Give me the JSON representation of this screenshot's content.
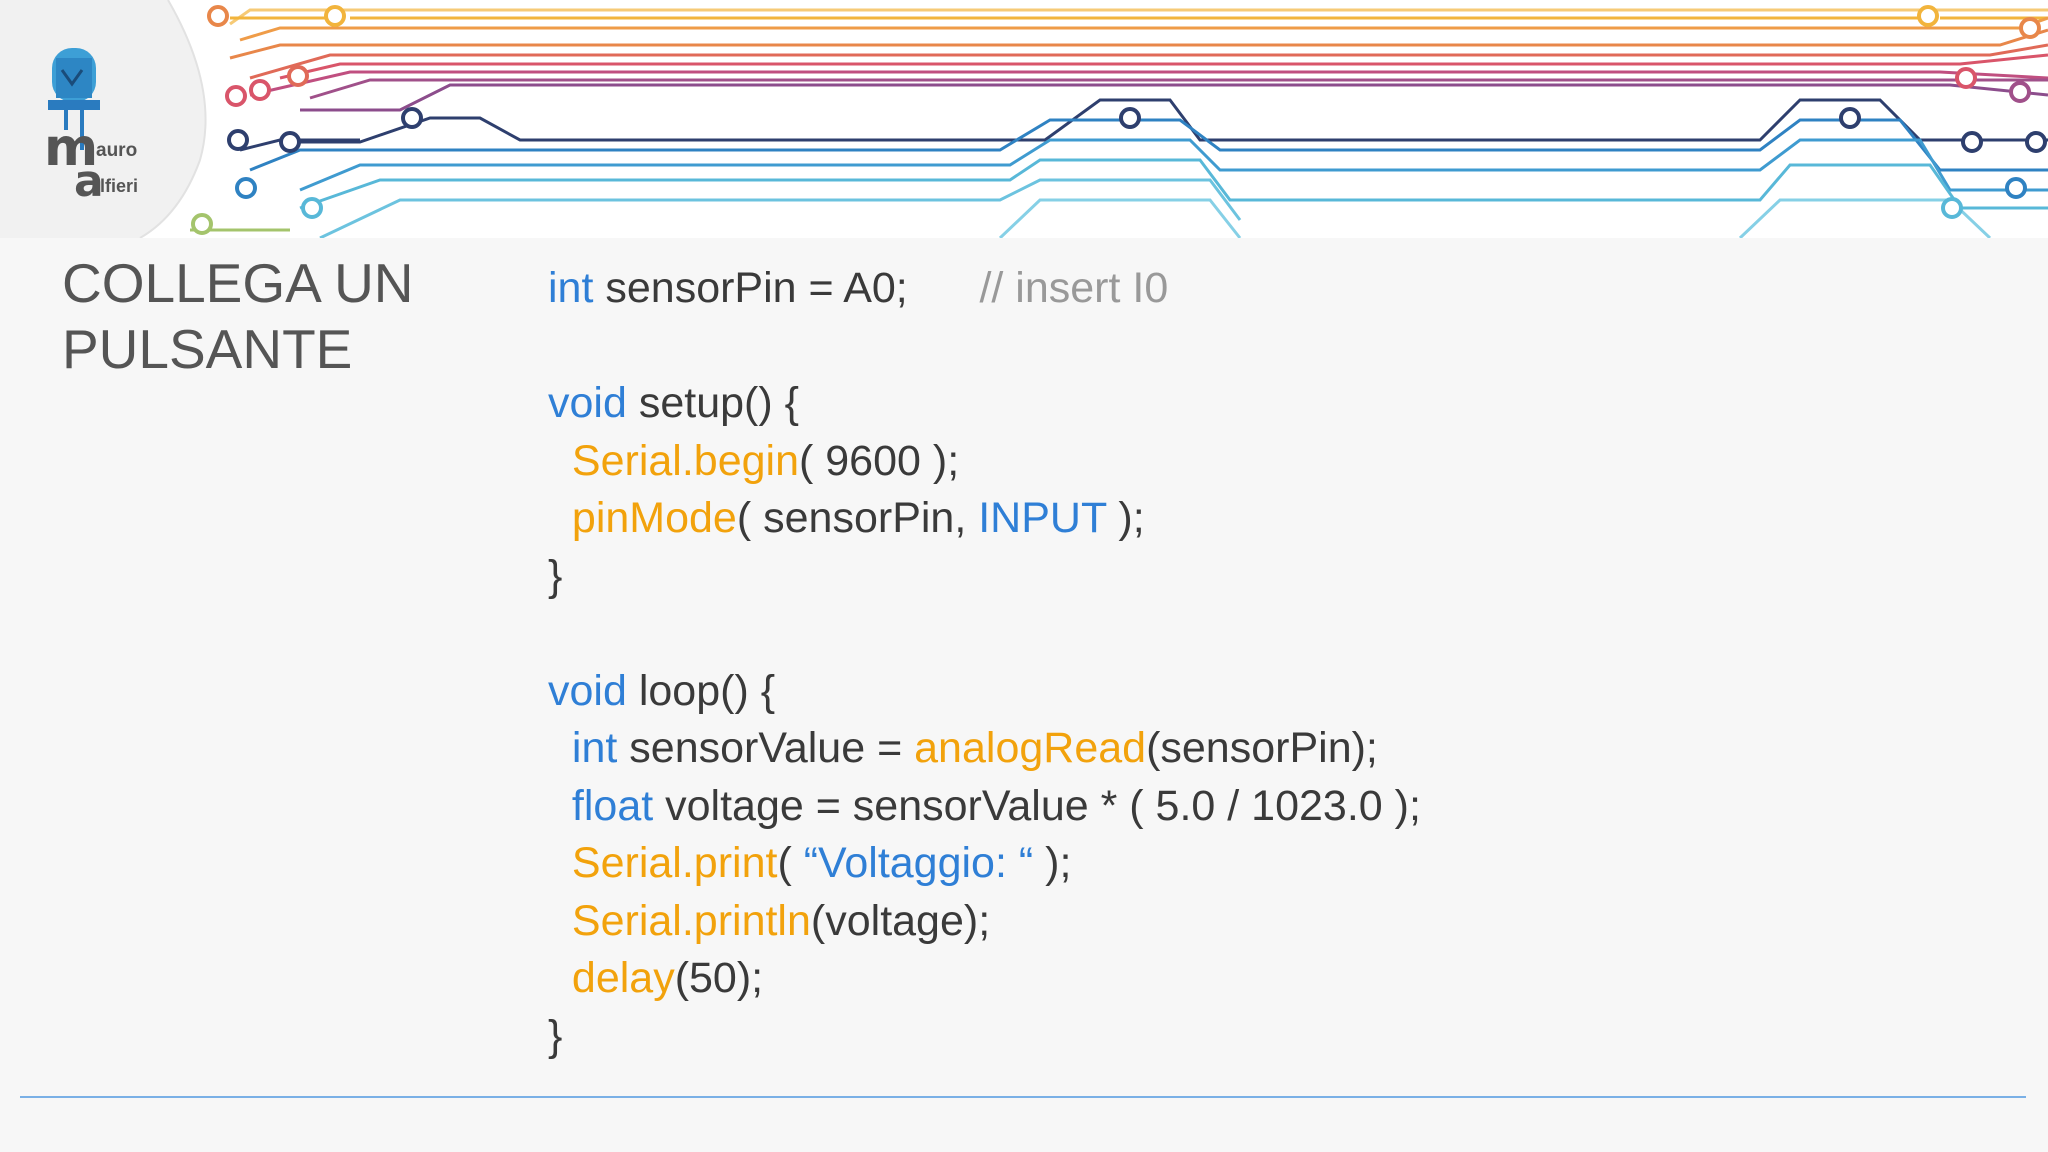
{
  "logo": {
    "m": "m",
    "auro": "auro",
    "a": "a",
    "lfieri": "lfieri"
  },
  "slide_title": "COLLEGA UN\nPULSANTE",
  "code_lines": [
    [
      {
        "t": "int",
        "c": "kw"
      },
      {
        "t": " sensorPin = A0;      ",
        "c": "pl"
      },
      {
        "t": "// insert I0",
        "c": "cm"
      }
    ],
    [],
    [
      {
        "t": "void",
        "c": "kw"
      },
      {
        "t": " setup() {",
        "c": "pl"
      }
    ],
    [
      {
        "t": "  ",
        "c": "pl"
      },
      {
        "t": "Serial.begin",
        "c": "fn"
      },
      {
        "t": "( 9600 );",
        "c": "pl"
      }
    ],
    [
      {
        "t": "  ",
        "c": "pl"
      },
      {
        "t": "pinMode",
        "c": "fn"
      },
      {
        "t": "( sensorPin, ",
        "c": "pl"
      },
      {
        "t": "INPUT",
        "c": "kw"
      },
      {
        "t": " );",
        "c": "pl"
      }
    ],
    [
      {
        "t": "}",
        "c": "pl"
      }
    ],
    [],
    [
      {
        "t": "void",
        "c": "kw"
      },
      {
        "t": " loop() {",
        "c": "pl"
      }
    ],
    [
      {
        "t": "  ",
        "c": "pl"
      },
      {
        "t": "int",
        "c": "kw"
      },
      {
        "t": " sensorValue = ",
        "c": "pl"
      },
      {
        "t": "analogRead",
        "c": "fn"
      },
      {
        "t": "(sensorPin);",
        "c": "pl"
      }
    ],
    [
      {
        "t": "  ",
        "c": "pl"
      },
      {
        "t": "float",
        "c": "kw"
      },
      {
        "t": " voltage = sensorValue * ( 5.0 / 1023.0 );",
        "c": "pl"
      }
    ],
    [
      {
        "t": "  ",
        "c": "pl"
      },
      {
        "t": "Serial.print",
        "c": "fn"
      },
      {
        "t": "( ",
        "c": "pl"
      },
      {
        "t": "“Voltaggio: “",
        "c": "str"
      },
      {
        "t": " );",
        "c": "pl"
      }
    ],
    [
      {
        "t": "  ",
        "c": "pl"
      },
      {
        "t": "Serial.println",
        "c": "fn"
      },
      {
        "t": "(voltage);",
        "c": "pl"
      }
    ],
    [
      {
        "t": "  ",
        "c": "pl"
      },
      {
        "t": "delay",
        "c": "fn"
      },
      {
        "t": "(50);",
        "c": "pl"
      }
    ],
    [
      {
        "t": "}",
        "c": "pl"
      }
    ]
  ],
  "colors": {
    "keyword": "#2f7fd6",
    "function": "#f2a20c",
    "comment": "#999999",
    "text": "#3a3a3a",
    "rule": "#7ab0e6",
    "circuit_lines": [
      "#f2b43c",
      "#e8874a",
      "#d9556a",
      "#a0508a",
      "#2e3f6e",
      "#2f82c2",
      "#58b8d8"
    ]
  }
}
